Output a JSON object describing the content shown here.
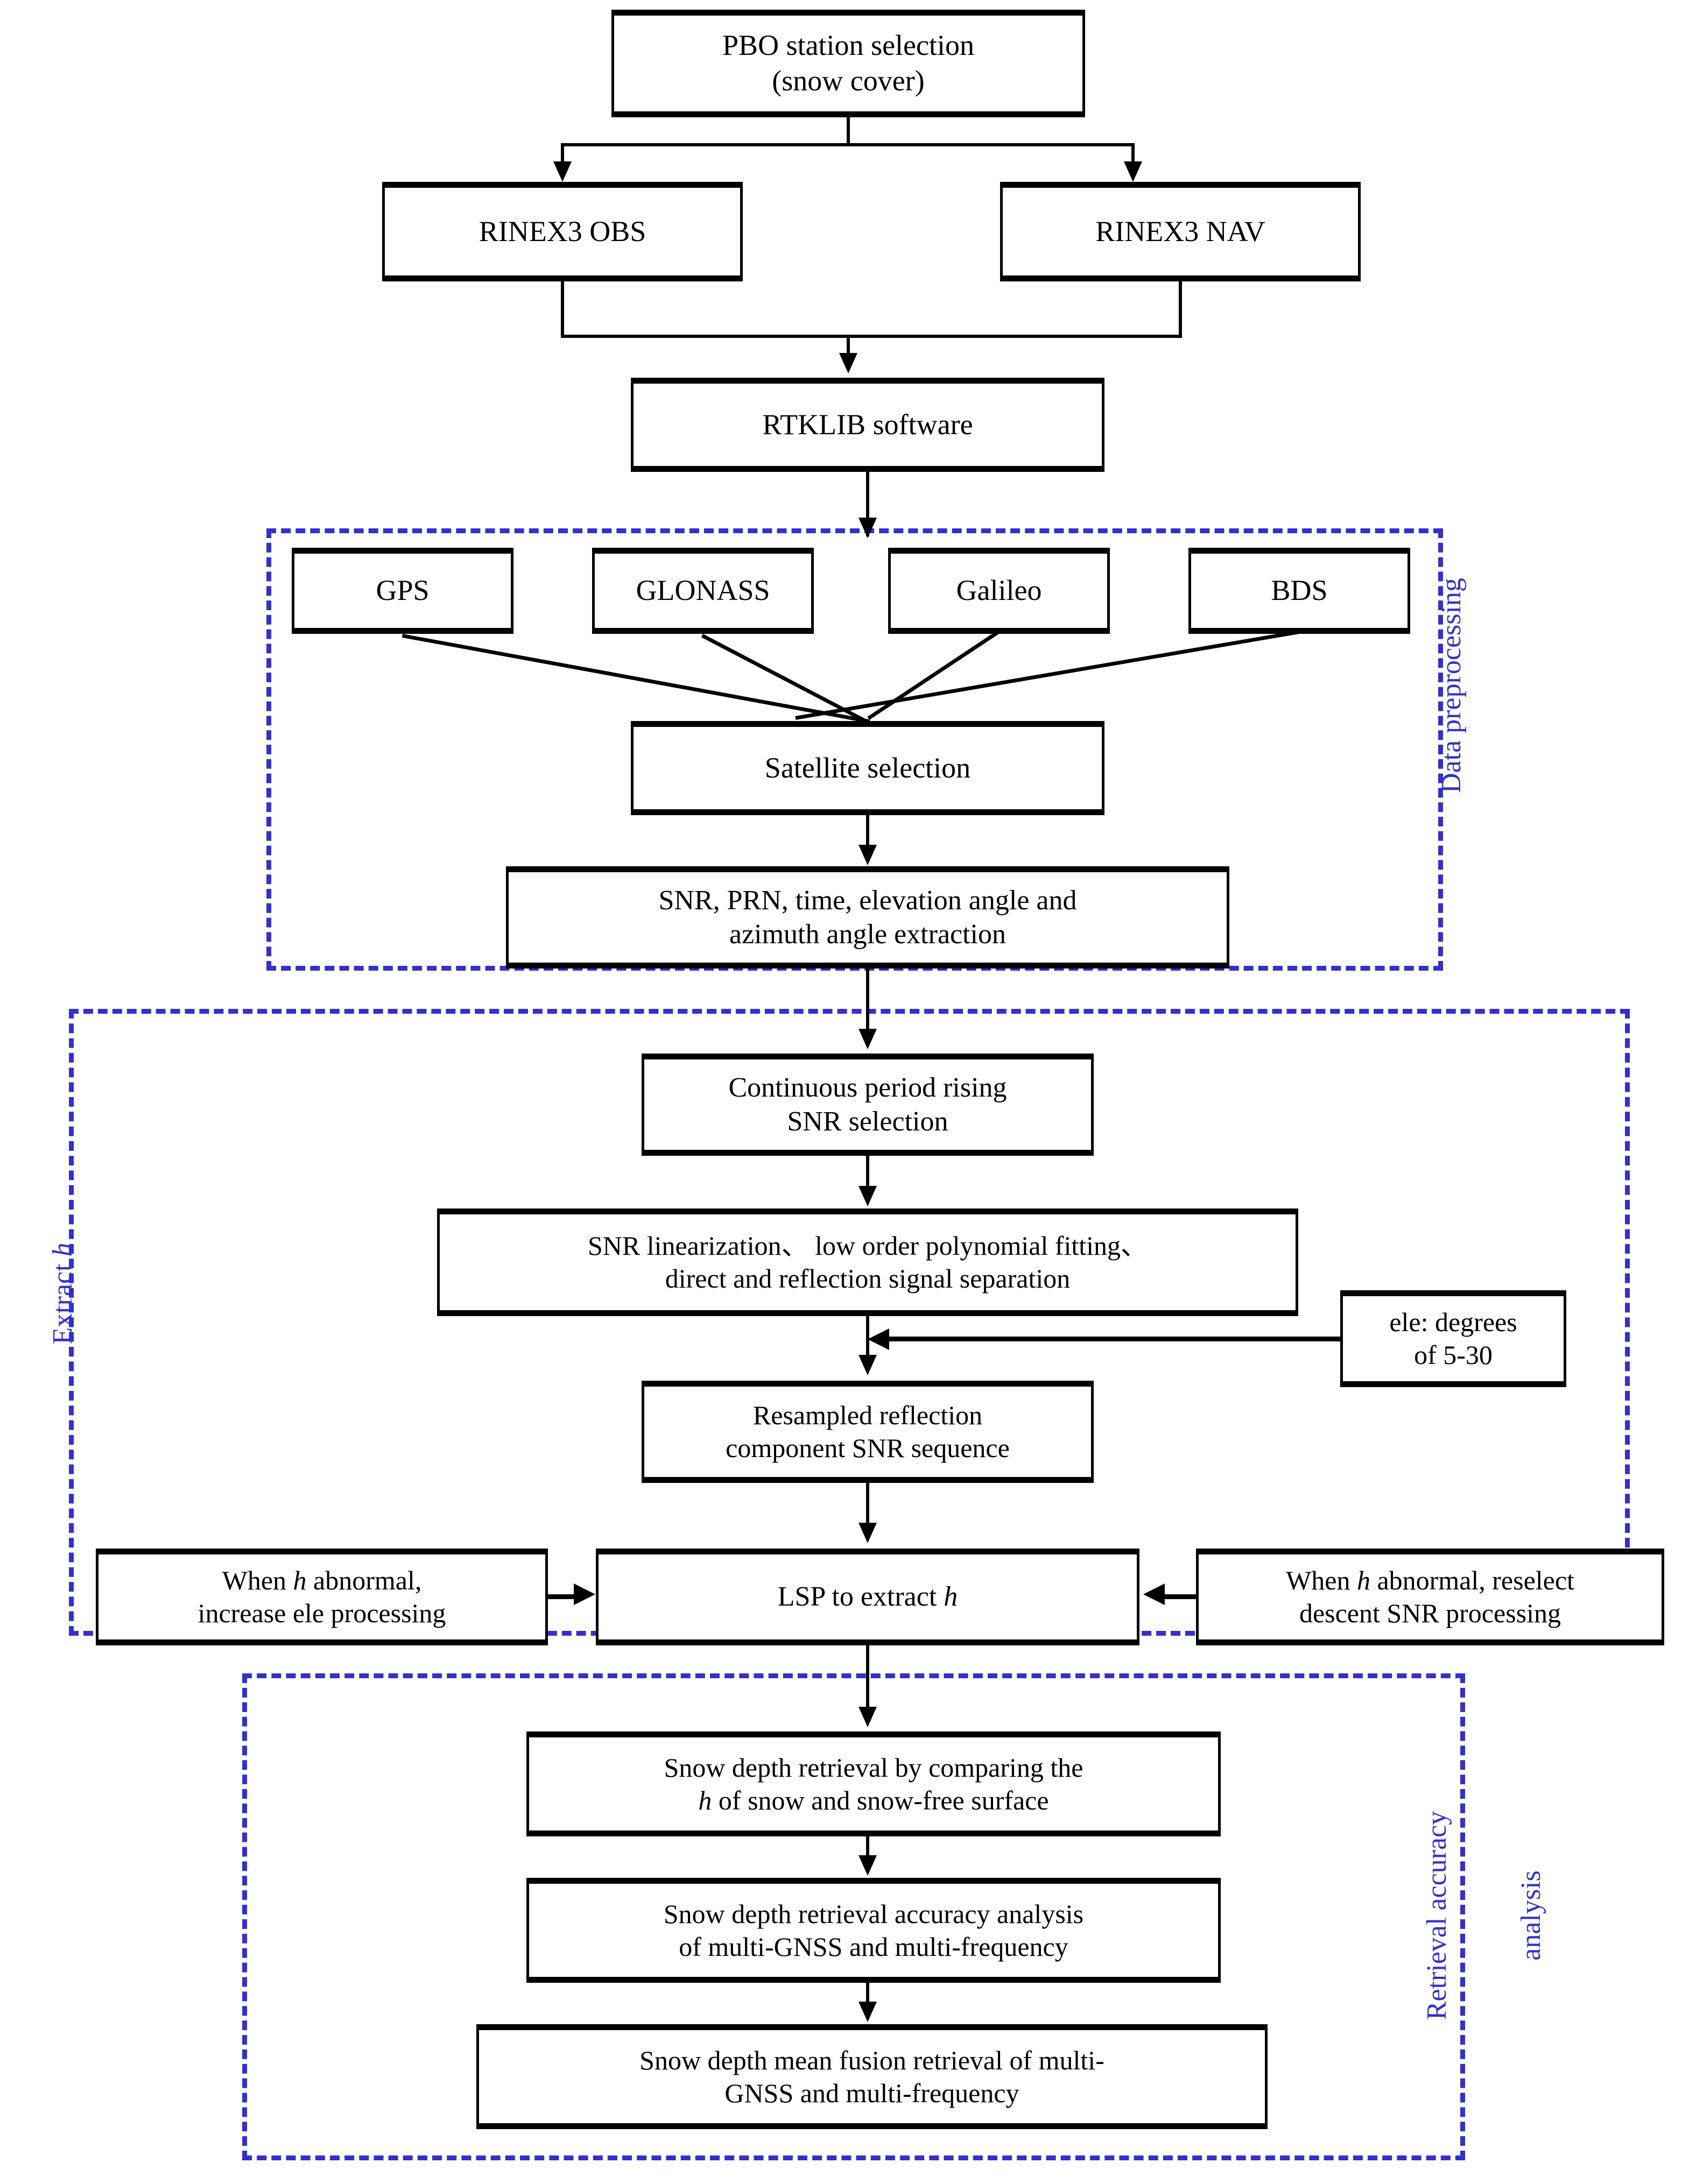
{
  "figure": {
    "type": "flowchart",
    "orientation": "top-to-bottom",
    "accent_color": "#3330CC",
    "line_color": "#000000",
    "background": "#ffffff"
  },
  "nodes": {
    "pbo_station": "PBO station selection\n(snow cover)",
    "pbo_line1": "PBO station selection",
    "pbo_line2": "(snow cover)",
    "rinex_obs": "RINEX3 OBS",
    "rinex_nav": "RINEX3 NAV",
    "rtklib": "RTKLIB software",
    "gps": "GPS",
    "glonass": "GLONASS",
    "galileo": "Galileo",
    "bds": "BDS",
    "satellite_selection": "Satellite selection",
    "snr_extract_l1": "SNR, PRN, time, elevation angle and",
    "snr_extract_l2": "azimuth angle extraction",
    "continuous_l1": "Continuous period rising",
    "continuous_l2": "SNR selection",
    "linearization_l1": "SNR linearization、 low order polynomial fitting、",
    "linearization_l2": "direct and reflection signal separation",
    "ele_l1": "ele: degrees",
    "ele_l2": "of 5-30",
    "resampled_l1": "Resampled reflection",
    "resampled_l2": "component SNR sequence",
    "when_left_l1_a": "When ",
    "when_left_l1_h": "h",
    "when_left_l1_b": " abnormal,",
    "when_left_l2": "increase ele processing",
    "lsp_a": "LSP  to extract ",
    "lsp_h": "h",
    "when_right_l1_a": "When ",
    "when_right_l1_h": "h",
    "when_right_l1_b": " abnormal, reselect",
    "when_right_l2": "descent SNR processing",
    "retrieval_l1": "Snow depth retrieval by comparing the",
    "retrieval_l2_h": "h",
    "retrieval_l2_rest": " of snow and snow-free surface",
    "accuracy_l1": "Snow depth retrieval accuracy analysis",
    "accuracy_l2": "of multi-GNSS and multi-frequency",
    "fusion_l1": "Snow depth mean fusion retrieval of multi-",
    "fusion_l2": "GNSS and multi-frequency"
  },
  "regions": [
    {
      "id": "data-preprocessing",
      "label": "Data preprocessing",
      "label_lines": [
        "Data preprocessing"
      ],
      "label_side": "right"
    },
    {
      "id": "extract-h",
      "label": "Extract h",
      "label_lines": [
        "Extract h"
      ],
      "label_side": "left"
    },
    {
      "id": "retrieval-accuracy",
      "label": "Retrieval accuracy analysis",
      "label_lines": [
        "Retrieval accuracy",
        "analysis"
      ],
      "label_side": "right"
    }
  ],
  "region_labels": {
    "data_preprocessing": "Data preprocessing",
    "extract_h_a": "Extract ",
    "extract_h_h": "h",
    "retrieval_accuracy_l1": "Retrieval accuracy",
    "retrieval_accuracy_l2": "analysis"
  },
  "edges": [
    {
      "from": "pbo_station",
      "to": "rinex_obs",
      "style": "split-arrow"
    },
    {
      "from": "pbo_station",
      "to": "rinex_nav",
      "style": "split-arrow"
    },
    {
      "from": "rinex_obs",
      "to": "rtklib",
      "style": "merge-arrow"
    },
    {
      "from": "rinex_nav",
      "to": "rtklib",
      "style": "merge-arrow"
    },
    {
      "from": "rtklib",
      "to": "satellite_selection",
      "style": "arrow"
    },
    {
      "from": "gps",
      "to": "satellite_selection",
      "style": "fan"
    },
    {
      "from": "glonass",
      "to": "satellite_selection",
      "style": "fan"
    },
    {
      "from": "galileo",
      "to": "satellite_selection",
      "style": "fan"
    },
    {
      "from": "bds",
      "to": "satellite_selection",
      "style": "fan"
    },
    {
      "from": "satellite_selection",
      "to": "snr_extraction",
      "style": "arrow"
    },
    {
      "from": "snr_extraction",
      "to": "continuous",
      "style": "arrow"
    },
    {
      "from": "continuous",
      "to": "linearization",
      "style": "arrow"
    },
    {
      "from": "linearization",
      "to": "resampled",
      "style": "arrow"
    },
    {
      "from": "ele",
      "to": "resampled",
      "style": "side-arrow-left"
    },
    {
      "from": "resampled",
      "to": "lsp",
      "style": "arrow"
    },
    {
      "from": "when_left",
      "to": "lsp",
      "style": "arrow-right"
    },
    {
      "from": "when_right",
      "to": "lsp",
      "style": "arrow-left"
    },
    {
      "from": "lsp",
      "to": "retrieval",
      "style": "arrow"
    },
    {
      "from": "retrieval",
      "to": "accuracy",
      "style": "arrow"
    },
    {
      "from": "accuracy",
      "to": "fusion",
      "style": "arrow"
    }
  ]
}
